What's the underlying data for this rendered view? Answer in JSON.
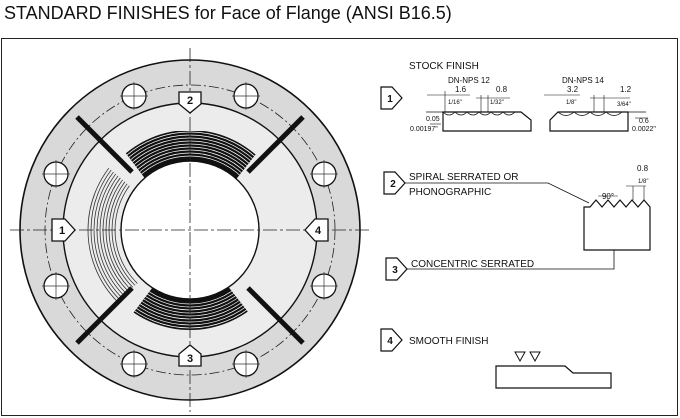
{
  "title": "STANDARD FINISHES for Face of Flange (ANSI B16.5)",
  "flange_zone_numbers": [
    "1",
    "2",
    "3",
    "4"
  ],
  "finishes": [
    {
      "number": "1",
      "label": "STOCK FINISH",
      "profile_a": {
        "header": "DN-NPS   12",
        "dim1": "1.6",
        "frac1": "1/16\"",
        "dim2": "0.8",
        "frac2": "1/32\"",
        "depth": "0.05",
        "depth_in": "0.00197\""
      },
      "profile_b": {
        "header": "DN-NPS   14",
        "dim1": "3.2",
        "frac1": "1/8\"",
        "dim2": "1.2",
        "frac2": "3/64\"",
        "depth": "0.6",
        "depth_in": "0.0022\""
      }
    },
    {
      "number": "2",
      "label_line1": "SPIRAL SERRATED OR",
      "label_line2": "PHONOGRAPHIC",
      "dim": "0.8",
      "frac": "1/8\"",
      "angle": "90°"
    },
    {
      "number": "3",
      "label": "CONCENTRIC SERRATED"
    },
    {
      "number": "4",
      "label": "SMOOTH FINISH"
    }
  ]
}
